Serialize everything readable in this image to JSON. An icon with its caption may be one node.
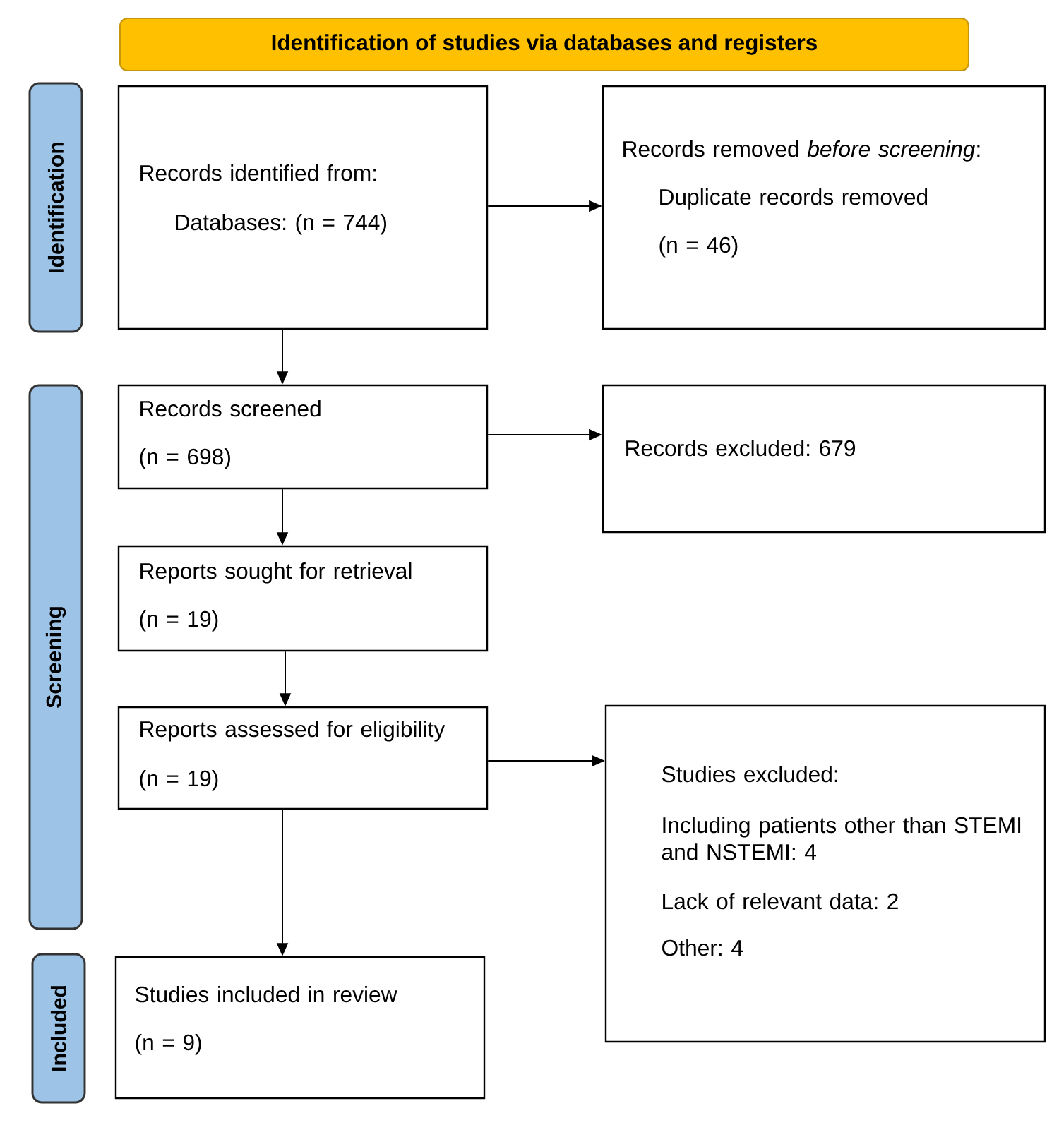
{
  "diagram": {
    "nodes": [
      {
        "text": [
          "Identification of studies via databases and registers"
        ]
      },
      {
        "text": [
          "Identification"
        ]
      },
      {
        "text": [
          "Records identified from:",
          "Databases: (n = 744)"
        ]
      },
      {
        "text": [
          "Records removed *before screening*:",
          "Duplicate records removed",
          "(n = 46)"
        ]
      },
      {
        "text": [
          "Screening"
        ]
      },
      {
        "text": [
          "Records screened",
          "(n = 698)"
        ]
      },
      {
        "text": [
          "Records excluded: 679"
        ]
      },
      {
        "text": [
          "Reports sought for retrieval",
          "(n = 19)"
        ]
      },
      {
        "text": [
          "Reports assessed for eligibility",
          "(n = 19)"
        ]
      },
      {
        "text": [
          "Studies excluded:",
          "Including patients other than STEMI and NSTEMI: 4",
          "Lack of relevant data: 2",
          "Other: 4"
        ]
      },
      {
        "text": [
          "Included"
        ]
      },
      {
        "text": [
          "Studies included in review",
          "(n = 9)"
        ]
      }
    ],
    "edges": [
      {
        "from": 2,
        "to": 3,
        "arrow": "to"
      },
      {
        "from": 2,
        "to": 5,
        "arrow": "to"
      },
      {
        "from": 5,
        "to": 6,
        "arrow": "to"
      },
      {
        "from": 5,
        "to": 7,
        "arrow": "to"
      },
      {
        "from": 7,
        "to": 8,
        "arrow": "to"
      },
      {
        "from": 8,
        "to": 9,
        "arrow": "to"
      },
      {
        "from": 8,
        "to": 11,
        "arrow": "to"
      }
    ]
  }
}
